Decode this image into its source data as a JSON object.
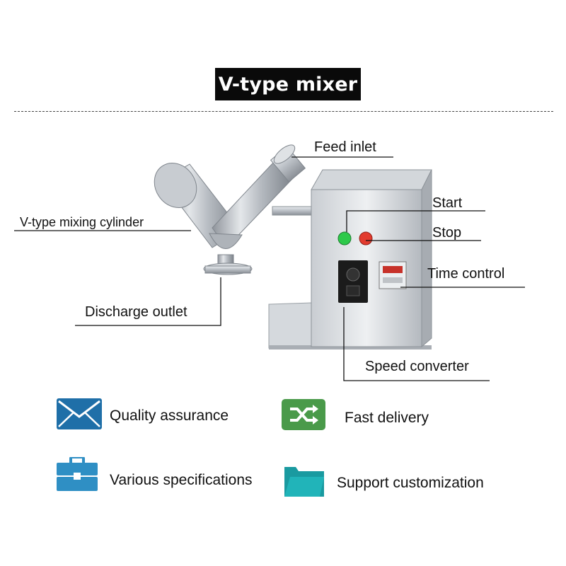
{
  "title": "V-type mixer",
  "callouts": {
    "feed_inlet": "Feed inlet",
    "start": "Start",
    "stop": "Stop",
    "mixing_cylinder": "V-type mixing cylinder",
    "time_control": "Time control",
    "discharge_outlet": "Discharge outlet",
    "speed_converter": "Speed converter"
  },
  "features": [
    {
      "label": "Quality assurance",
      "icon": "envelope-icon",
      "color": "#1f6fa8"
    },
    {
      "label": "Fast delivery",
      "icon": "shuffle-icon",
      "color": "#4a9a4a"
    },
    {
      "label": "Various specifications",
      "icon": "briefcase-icon",
      "color": "#2f8fc4"
    },
    {
      "label": "Support customization",
      "icon": "folder-icon",
      "color": "#1a9aa0"
    }
  ]
}
